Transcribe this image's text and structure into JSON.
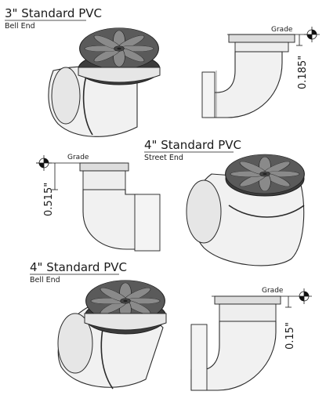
{
  "titles": {
    "a": {
      "main": "3\" Standard PVC",
      "sub": "Bell End"
    },
    "b": {
      "main": "4\" Standard PVC",
      "sub": "Street End"
    },
    "c": {
      "main": "4\" Standard PVC",
      "sub": "Bell End"
    }
  },
  "grade_labels": {
    "a": "Grade",
    "b": "Grade",
    "c": "Grade"
  },
  "dimensions": {
    "a": "0.185\"",
    "b": "0.515\"",
    "c": "0.15\""
  },
  "colors": {
    "grate": "#5a5a5a",
    "rim": "#3c3c3c",
    "pipe": "#f1f1f1",
    "line": "#1a1a1a"
  }
}
